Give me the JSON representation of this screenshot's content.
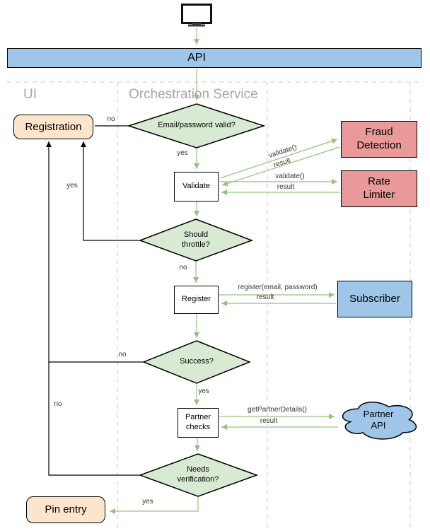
{
  "lanes": {
    "ui": "UI",
    "orchestration": "Orchestration Service"
  },
  "nodes": {
    "api": "API",
    "registration": "Registration",
    "email_valid": "Email/password valid?",
    "validate": "Validate",
    "fraud_detection": "Fraud Detection",
    "rate_limiter": "Rate Limiter",
    "should_throttle": "Should throttle?",
    "register": "Register",
    "subscriber": "Subscriber",
    "success": "Success?",
    "partner_checks": "Partner checks",
    "partner_api": "Partner API",
    "needs_verification": "Needs verification?",
    "pin_entry": "Pin entry"
  },
  "edges": {
    "email_no": "no",
    "email_yes": "yes",
    "fraud_call": "validate()",
    "fraud_result": "result",
    "rate_call": "validate()",
    "rate_result": "result",
    "throttle_yes": "yes",
    "throttle_no": "no",
    "subscriber_call": "register(email, password)",
    "subscriber_result": "result",
    "success_no": "no",
    "success_yes": "yes",
    "partner_call": "getPartnerDetails()",
    "partner_result": "result",
    "needs_no": "no",
    "needs_yes": "yes"
  },
  "colors": {
    "decision_fill": "#d9ead3",
    "service_fill": "#ea9999",
    "blue_fill": "#9fc5e8",
    "ui_fill": "#fce5cd",
    "arrow_green": "#93c47d",
    "arrow_black": "#000000",
    "lane_label": "#a6a6a6",
    "lane_border": "#c9c9c9"
  }
}
